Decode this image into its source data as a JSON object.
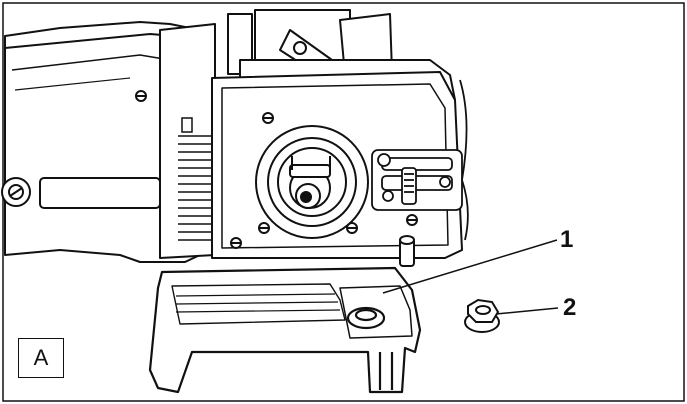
{
  "figure": {
    "view_label": "A",
    "callouts": [
      {
        "number": "1",
        "part": "cover"
      },
      {
        "number": "2",
        "part": "nut-icon"
      }
    ]
  }
}
